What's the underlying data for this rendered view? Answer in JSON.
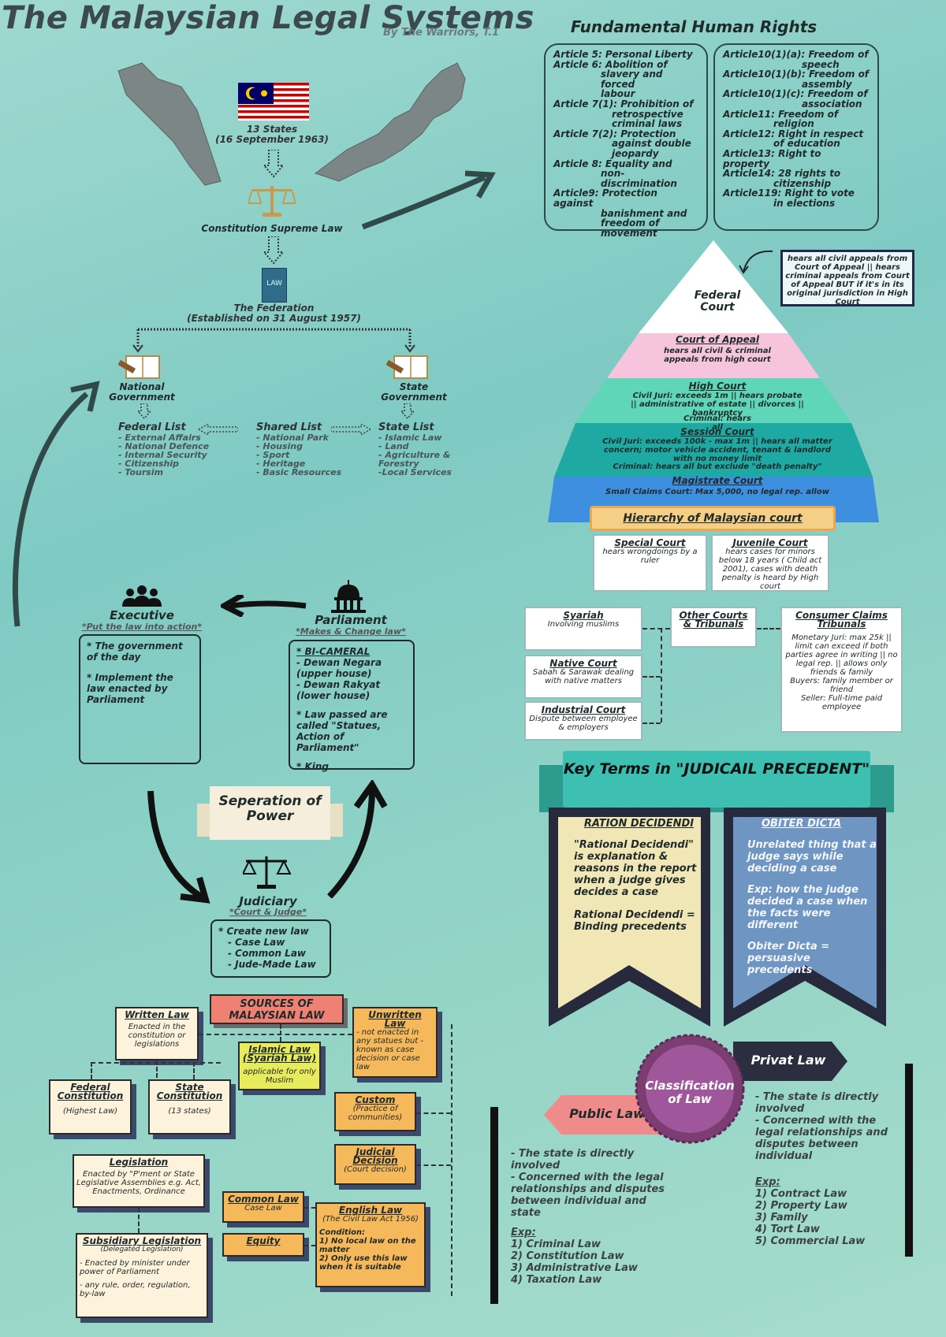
{
  "header": {
    "title": "The Malaysian Legal Systems",
    "byline": "By The Warriors, T.1"
  },
  "federation": {
    "states": "13 States",
    "states_date": "(16 September 1963)",
    "constitution": "Constitution Supreme Law",
    "book_label": "LAW",
    "federation": "The Federation",
    "federation_date": "(Established on 31 August 1957)",
    "national_gov": "National Government",
    "state_gov": "State Government",
    "federal_list": {
      "title": "Federal List",
      "items": [
        "- External Affairs",
        "- National Defence",
        "- Internal Security",
        "- Citizenship",
        "- Toursim"
      ]
    },
    "shared_list": {
      "title": "Shared List",
      "items": [
        "- National Park",
        "- Housing",
        "- Sport",
        "- Heritage",
        "- Basic Resources"
      ]
    },
    "state_list": {
      "title": "State List",
      "items": [
        "- Islamic Law",
        "- Land",
        "- Agriculture &",
        "Forestry",
        "-Local Services"
      ]
    }
  },
  "rights": {
    "title": "Fundamental Human Rights",
    "left": [
      "Article 5: Personal Liberty",
      "Article 6: Abolition of",
      "slavery and forced",
      "labour",
      "Article 7(1): Prohibition of",
      "retrospective",
      "criminal laws",
      "Article 7(2): Protection",
      "against double",
      "jeopardy",
      "Article 8: Equality and",
      "non-discrimination",
      "Article9: Protection against",
      "banishment and",
      "freedom of",
      "movement"
    ],
    "right": [
      "Article10(1)(a): Freedom of",
      "speech",
      "Article10(1)(b): Freedom of",
      "assembly",
      "Article10(1)(c): Freedom of",
      "association",
      "Article11: Freedom of",
      "religion",
      "Article12: Right in respect",
      "of education",
      "Article13: Right to property",
      "Article14: 28 rights to",
      "citizenship",
      "Article119: Right to vote",
      "in elections"
    ]
  },
  "courts": {
    "federal": {
      "name": "Federal Court",
      "note": "hears all civil appeals from Court of Appeal || hears criminal appeals from Court of Appeal BUT if it's in its original jurisdiction in High Court"
    },
    "appeal": {
      "name": "Court of Appeal",
      "desc": "hears all civil & criminal appeals from high court"
    },
    "high": {
      "name": "High Court",
      "civil": "Civil Juri: exceeds 1m || hears probate || administrative of estate || divorces || bankruptcy",
      "criminal": "Criminal: hears all"
    },
    "session": {
      "name": "Session Court",
      "civil": "Civil Juri: exceeds 100k - max 1m || hears all matter concern; motor vehicle accident, tenant & landlord with no money limit",
      "criminal": "Criminal: hears all but exclude \"death penalty\""
    },
    "magistrate": {
      "name": "Magistrate Court",
      "desc": "Small Claims Court: Max 5,000, no legal rep. allow"
    },
    "banner": "Hierarchy of Malaysian court",
    "special": {
      "name": "Special Court",
      "desc": "hears wrongdoings by a ruler"
    },
    "juvenile": {
      "name": "Juvenile Court",
      "desc": "hears cases for minors below 18 years ( Child act 2001), cases with death penalty is heard by High court"
    },
    "syariah": {
      "name": "Syariah",
      "desc": "Involving muslims"
    },
    "native": {
      "name": "Native Court",
      "desc": "Sabah & Sarawak dealing with native matters"
    },
    "industrial": {
      "name": "Industrial Court",
      "desc": "Dispute between employee & employers"
    },
    "other": {
      "name": "Other Courts & Tribunals"
    },
    "consumer": {
      "name": "Consumer Claims Tribunals",
      "desc": "Monetary Juri: max 25k || limit can exceed if both parties agree in writing || no legal rep. || allows only friends & family",
      "buyers": "Buyers: family member or friend",
      "seller": "Seller: Full-time paid employee"
    }
  },
  "powers": {
    "executive": {
      "title": "Executive",
      "sub": "*Put the law into action*",
      "items": [
        "* The government of the day",
        "* Implement the law enacted by Parliament"
      ]
    },
    "parliament": {
      "title": "Parliament",
      "sub": "*Makes & Change law*",
      "heading": "* BI-CAMERAL",
      "items": [
        "- Dewan Negara (upper house)",
        "- Dewan Rakyat (lower house)",
        "* Law passed are called \"Statues, Action of Parliament\"",
        "* King"
      ]
    },
    "separation": "Seperation of Power",
    "judiciary": {
      "title": "Judiciary",
      "sub": "*Court & Judge*",
      "heading": "* Create new law",
      "items": [
        "- Case Law",
        "- Common Law",
        "- Jude-Made Law"
      ]
    }
  },
  "precedent": {
    "title": "Key Terms in \"JUDICAIL PRECEDENT\"",
    "ratio": {
      "title": "RATION DECIDENDI",
      "p1": "\"Rational Decidendi\" is explanation & reasons in the report when a judge gives decides a case",
      "p2": "Rational Decidendi = Binding precedents"
    },
    "obiter": {
      "title": "OBITER DICTA",
      "p1": "Unrelated thing that a judge says while deciding a case",
      "p2": "Exp: how the judge decided a case when the facts were different",
      "p3": "Obiter Dicta = persuasive  precedents"
    }
  },
  "sources": {
    "title": "SOURCES OF MALAYSIAN LAW",
    "written": {
      "name": "Written Law",
      "desc": "Enacted in the constitution or legislations"
    },
    "unwritten": {
      "name": "Unwritten Law",
      "desc": "- not enacted in any statues but - known as case decision or case law"
    },
    "islamic": {
      "name": "Islamic Law (Syariah Law)",
      "desc": "applicable for only Muslim"
    },
    "federal": {
      "name": "Federal Constitution",
      "desc": "(Highest Law)"
    },
    "state": {
      "name": "State Constitution",
      "desc": "(13 states)"
    },
    "custom": {
      "name": "Custom",
      "desc": "(Practice of communities)"
    },
    "judicial": {
      "name": "Judicial Decision",
      "desc": "(Court decision)"
    },
    "legislation": {
      "name": "Legislation",
      "desc": "Enacted by \"P'ment or State Legislative Assemblies e.g. Act, Enactments, Ordinance"
    },
    "common": {
      "name": "Common Law",
      "desc": "Case Law"
    },
    "equity": {
      "name": "Equity"
    },
    "english": {
      "name": "English Law",
      "desc": "(The Civil Law Act 1956)",
      "cond": "Condition:",
      "c1": "1) No local law on the matter",
      "c2": "2) Only use this law when it is suitable"
    },
    "subsidiary": {
      "name": "Subsidiary Legislation",
      "sub": "(Delegated Legislation)",
      "d1": "- Enacted by minister under power of Parliament",
      "d2": "- any rule, order, regulation, by-law"
    }
  },
  "classification": {
    "title": "Classification of Law",
    "public": {
      "title": "Public Law",
      "items": [
        "- The state is directly involved",
        "- Concerned with the legal relationships and disputes between individual and state"
      ],
      "exp": "Exp:",
      "examples": [
        "1) Criminal Law",
        "2) Constitution Law",
        "3) Administrative Law",
        "4) Taxation Law"
      ]
    },
    "private": {
      "title": "Privat Law",
      "items": [
        "- The state is directly involved",
        "- Concerned with the legal relationships and disputes between individual"
      ],
      "exp": "Exp:",
      "examples": [
        "1) Contract Law",
        "2) Property Law",
        "3) Family",
        "4) Tort Law",
        "5) Commercial Law"
      ]
    }
  }
}
